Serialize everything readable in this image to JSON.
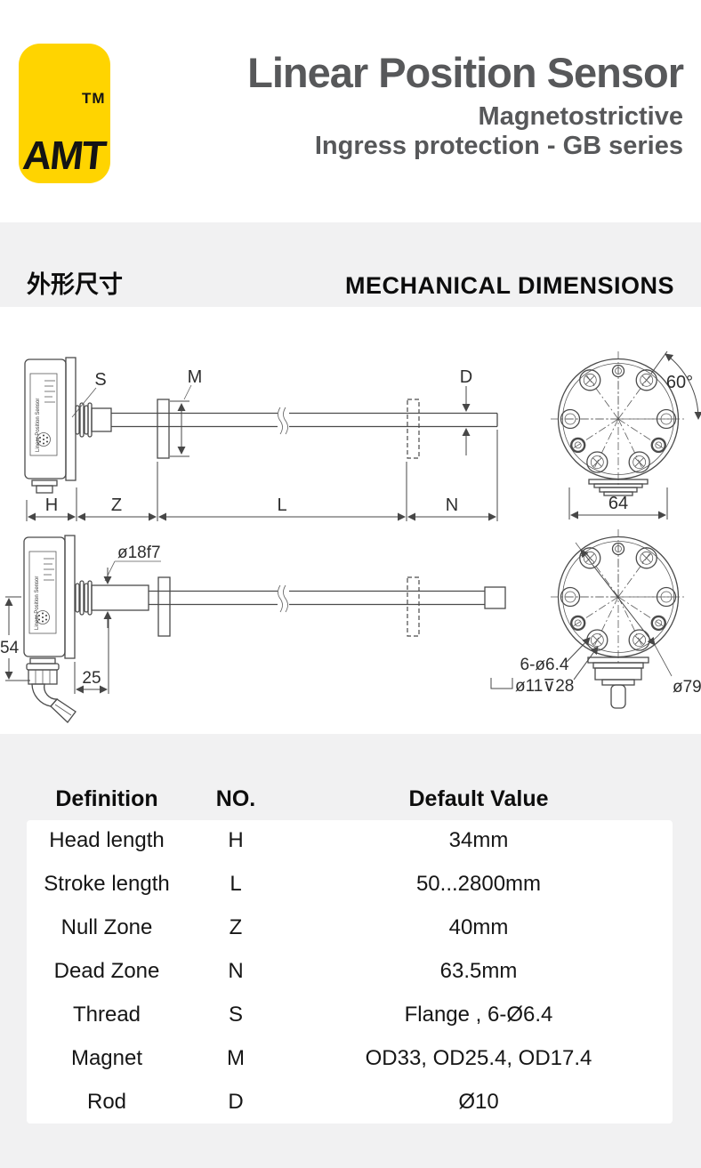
{
  "header": {
    "brand": "AMT",
    "tm": "TM",
    "title": "Linear Position Sensor",
    "subtitle1": "Magnetostrictive",
    "subtitle2": "Ingress protection - GB series"
  },
  "section": {
    "title_zh": "外形尺寸",
    "title_en": "MECHANICAL DIMENSIONS"
  },
  "drawing": {
    "device_label": "Linear Position Sensor",
    "labels": {
      "s": "S",
      "m": "M",
      "d": "D",
      "h": "H",
      "z": "Z",
      "l": "L",
      "n": "N",
      "angle60": "60°",
      "width64": "64",
      "dia18": "ø18f7",
      "dim54": "54",
      "dim25": "25",
      "holes": "6-ø6.4",
      "counterbore": "ø11⊽28",
      "dia79": "ø79"
    }
  },
  "table": {
    "headers": [
      "Definition",
      "NO.",
      "Default Value"
    ],
    "rows": [
      {
        "definition": "Head length",
        "no": "H",
        "value": "34mm"
      },
      {
        "definition": "Stroke length",
        "no": "L",
        "value": "50...2800mm"
      },
      {
        "definition": "Null Zone",
        "no": "Z",
        "value": "40mm"
      },
      {
        "definition": "Dead Zone",
        "no": "N",
        "value": "63.5mm"
      },
      {
        "definition": "Thread",
        "no": "S",
        "value": "Flange , 6-Ø6.4"
      },
      {
        "definition": "Magnet",
        "no": "M",
        "value": "OD33, OD25.4, OD17.4"
      },
      {
        "definition": "Rod",
        "no": "D",
        "value": "Ø10"
      }
    ]
  },
  "colors": {
    "accent_yellow": "#FFD400",
    "title_gray": "#57585A",
    "band_gray": "#F1F1F2",
    "line_gray": "#4B4B4B"
  }
}
